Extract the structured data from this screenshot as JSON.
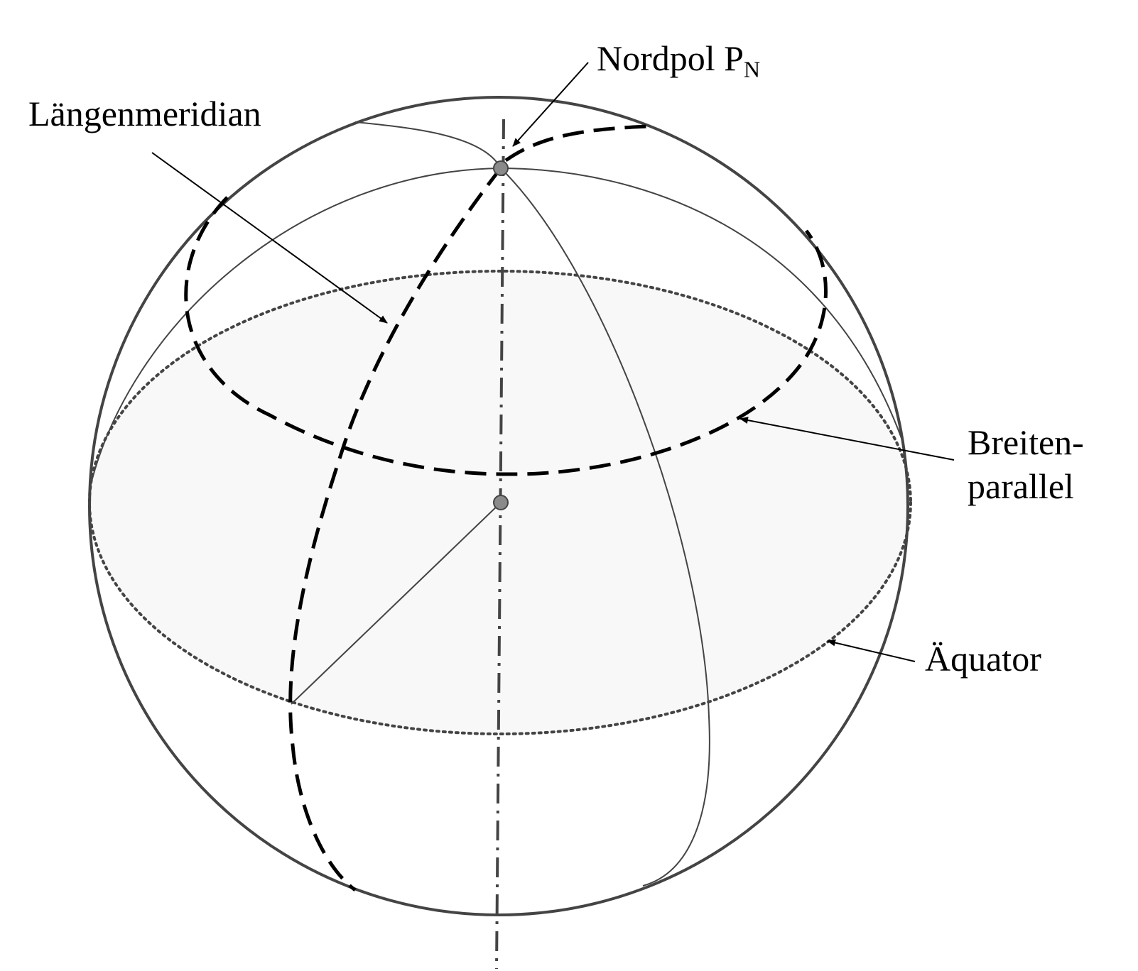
{
  "colors": {
    "outline": "#444444",
    "thick": "#000000",
    "equator_fill": "#f8f8f8",
    "point_fill": "#8a8a8a"
  },
  "labels": {
    "nordpol_main": "Nordpol P",
    "nordpol_sub": "N",
    "laengenmeridian": "Längenmeridian",
    "breiten_line1": "Breiten-",
    "breiten_line2": "parallel",
    "aequator": "Äquator"
  }
}
